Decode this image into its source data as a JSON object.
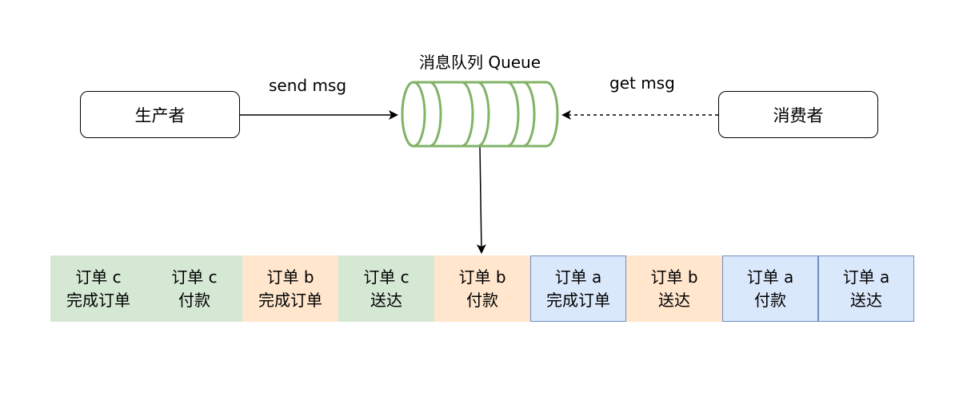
{
  "nodes": {
    "producer": "生产者",
    "consumer": "消费者",
    "queue_label": "消息队列 Queue"
  },
  "edges": {
    "send_label": "send msg",
    "get_label": "get msg"
  },
  "colors": {
    "queue_stroke": "#82b366",
    "order_c_fill": "#d5e8d4",
    "order_b_fill": "#ffe6cc",
    "order_a_fill": "#dae8fc",
    "order_a_stroke": "#6c8ebf"
  },
  "cells": [
    {
      "order": "c",
      "line1": "订单 c",
      "line2": "完成订单"
    },
    {
      "order": "c",
      "line1": "订单 c",
      "line2": "付款"
    },
    {
      "order": "b",
      "line1": "订单 b",
      "line2": "完成订单"
    },
    {
      "order": "c",
      "line1": "订单 c",
      "line2": "送达"
    },
    {
      "order": "b",
      "line1": "订单 b",
      "line2": "付款"
    },
    {
      "order": "a",
      "line1": "订单 a",
      "line2": "完成订单"
    },
    {
      "order": "b",
      "line1": "订单 b",
      "line2": "送达"
    },
    {
      "order": "a",
      "line1": "订单 a",
      "line2": "付款"
    },
    {
      "order": "a",
      "line1": "订单 a",
      "line2": "送达"
    }
  ]
}
